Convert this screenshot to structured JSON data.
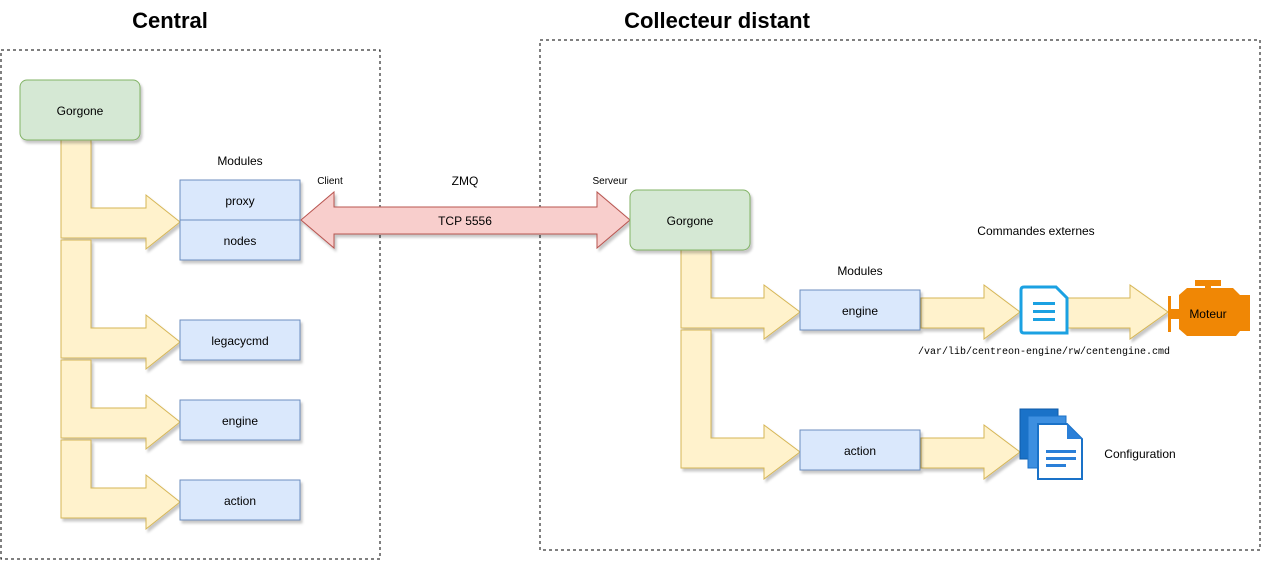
{
  "central": {
    "title": "Central",
    "gorgone": "Gorgone",
    "modules_label": "Modules",
    "modules": [
      "proxy",
      "nodes",
      "legacycmd",
      "engine",
      "action"
    ],
    "client_label": "Client"
  },
  "link": {
    "protocol": "ZMQ",
    "port": "TCP 5556"
  },
  "remote": {
    "title": "Collecteur distant",
    "server_label": "Serveur",
    "gorgone": "Gorgone",
    "modules_label": "Modules",
    "modules": [
      "engine",
      "action"
    ],
    "external_commands": "Commandes externes",
    "cmd_path": "/var/lib/centreon-engine/rw/centengine.cmd",
    "engine_label": "Moteur",
    "configuration": "Configuration"
  },
  "colors": {
    "gorgone_fill": "#d5e8d4",
    "gorgone_stroke": "#82b366",
    "module_fill": "#dae8fc",
    "module_stroke": "#6c8ebf",
    "arrow_fill": "#fff2cc",
    "arrow_stroke": "#d6b656",
    "link_fill": "#f8cecc",
    "link_stroke": "#b85450",
    "engine_orange": "#f08705",
    "doc_blue": "#1ba1e2"
  },
  "icons": [
    "command-file-icon",
    "engine-motor-icon",
    "configuration-files-icon"
  ]
}
